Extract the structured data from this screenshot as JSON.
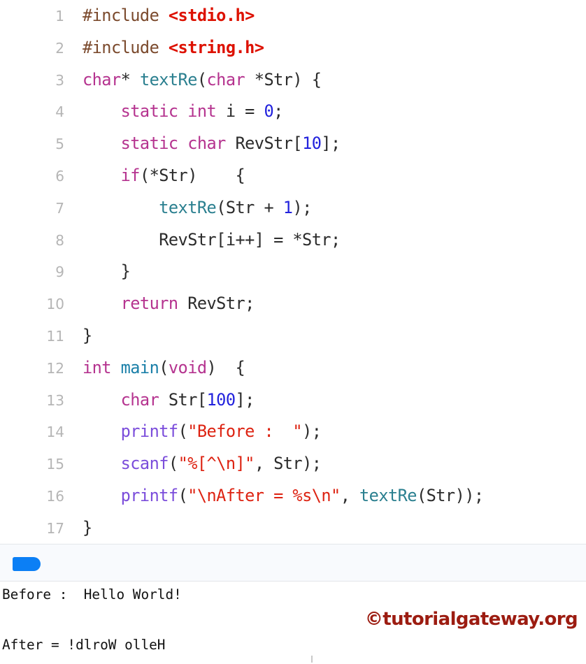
{
  "editor": {
    "name": "c-code-editor",
    "language": "C",
    "colors": {
      "preprocessor": "#7b4a2d",
      "header": "#dd1100",
      "keyword": "#b5338f",
      "user_function": "#2a7f8f",
      "main_function": "#1a7fa8",
      "library_function": "#7b4ddb",
      "number": "#2222dd",
      "string": "#dd2211",
      "plain": "#2b2b2b",
      "line_number": "#b5b5b5"
    },
    "lines": [
      {
        "number": "1",
        "tokens": [
          {
            "t": "#include ",
            "c": "t-pre"
          },
          {
            "t": "<stdio.h>",
            "c": "t-hdr"
          }
        ]
      },
      {
        "number": "2",
        "tokens": [
          {
            "t": "#include ",
            "c": "t-pre"
          },
          {
            "t": "<string.h>",
            "c": "t-hdr"
          }
        ]
      },
      {
        "number": "3",
        "tokens": [
          {
            "t": "char",
            "c": "t-kw"
          },
          {
            "t": "* ",
            "c": "t-pun"
          },
          {
            "t": "textRe",
            "c": "t-fn"
          },
          {
            "t": "(",
            "c": "t-pun"
          },
          {
            "t": "char",
            "c": "t-kw"
          },
          {
            "t": " *Str) {",
            "c": "t-pun"
          }
        ]
      },
      {
        "number": "4",
        "tokens": [
          {
            "t": "    ",
            "c": "t-pun"
          },
          {
            "t": "static",
            "c": "t-kw"
          },
          {
            "t": " ",
            "c": "t-pun"
          },
          {
            "t": "int",
            "c": "t-kw"
          },
          {
            "t": " i = ",
            "c": "t-pun"
          },
          {
            "t": "0",
            "c": "t-num"
          },
          {
            "t": ";",
            "c": "t-pun"
          }
        ]
      },
      {
        "number": "5",
        "tokens": [
          {
            "t": "    ",
            "c": "t-pun"
          },
          {
            "t": "static",
            "c": "t-kw"
          },
          {
            "t": " ",
            "c": "t-pun"
          },
          {
            "t": "char",
            "c": "t-kw"
          },
          {
            "t": " RevStr[",
            "c": "t-pun"
          },
          {
            "t": "10",
            "c": "t-num"
          },
          {
            "t": "];",
            "c": "t-pun"
          }
        ]
      },
      {
        "number": "6",
        "tokens": [
          {
            "t": "    ",
            "c": "t-pun"
          },
          {
            "t": "if",
            "c": "t-kw"
          },
          {
            "t": "(*Str)    {",
            "c": "t-pun"
          }
        ]
      },
      {
        "number": "7",
        "tokens": [
          {
            "t": "        ",
            "c": "t-pun"
          },
          {
            "t": "textRe",
            "c": "t-fn"
          },
          {
            "t": "(Str + ",
            "c": "t-pun"
          },
          {
            "t": "1",
            "c": "t-num"
          },
          {
            "t": ");",
            "c": "t-pun"
          }
        ]
      },
      {
        "number": "8",
        "tokens": [
          {
            "t": "        RevStr[i++] = *Str;",
            "c": "t-pun"
          }
        ]
      },
      {
        "number": "9",
        "tokens": [
          {
            "t": "    }",
            "c": "t-pun"
          }
        ]
      },
      {
        "number": "10",
        "tokens": [
          {
            "t": "    ",
            "c": "t-pun"
          },
          {
            "t": "return",
            "c": "t-kw"
          },
          {
            "t": " RevStr;",
            "c": "t-pun"
          }
        ]
      },
      {
        "number": "11",
        "tokens": [
          {
            "t": "}",
            "c": "t-pun"
          }
        ]
      },
      {
        "number": "12",
        "tokens": [
          {
            "t": "int",
            "c": "t-kw"
          },
          {
            "t": " ",
            "c": "t-pun"
          },
          {
            "t": "main",
            "c": "t-fnb"
          },
          {
            "t": "(",
            "c": "t-pun"
          },
          {
            "t": "void",
            "c": "t-kw"
          },
          {
            "t": ")  {",
            "c": "t-pun"
          }
        ]
      },
      {
        "number": "13",
        "tokens": [
          {
            "t": "    ",
            "c": "t-pun"
          },
          {
            "t": "char",
            "c": "t-kw"
          },
          {
            "t": " Str[",
            "c": "t-pun"
          },
          {
            "t": "100",
            "c": "t-num"
          },
          {
            "t": "];",
            "c": "t-pun"
          }
        ]
      },
      {
        "number": "14",
        "tokens": [
          {
            "t": "    ",
            "c": "t-pun"
          },
          {
            "t": "printf",
            "c": "t-lib"
          },
          {
            "t": "(",
            "c": "t-pun"
          },
          {
            "t": "\"Before :  \"",
            "c": "t-str"
          },
          {
            "t": ");",
            "c": "t-pun"
          }
        ]
      },
      {
        "number": "15",
        "tokens": [
          {
            "t": "    ",
            "c": "t-pun"
          },
          {
            "t": "scanf",
            "c": "t-lib"
          },
          {
            "t": "(",
            "c": "t-pun"
          },
          {
            "t": "\"%[^\\n]\"",
            "c": "t-str"
          },
          {
            "t": ", Str);",
            "c": "t-pun"
          }
        ]
      },
      {
        "number": "16",
        "tokens": [
          {
            "t": "    ",
            "c": "t-pun"
          },
          {
            "t": "printf",
            "c": "t-lib"
          },
          {
            "t": "(",
            "c": "t-pun"
          },
          {
            "t": "\"\\nAfter = %s\\n\"",
            "c": "t-str"
          },
          {
            "t": ", ",
            "c": "t-pun"
          },
          {
            "t": "textRe",
            "c": "t-fn"
          },
          {
            "t": "(Str));",
            "c": "t-pun"
          }
        ]
      },
      {
        "number": "17",
        "tokens": [
          {
            "t": "}",
            "c": "t-pun"
          }
        ]
      }
    ]
  },
  "toolbar": {
    "run_cursor_label": "",
    "run_cursor_color": "#0b7ff5"
  },
  "console": {
    "lines": [
      "Before :  Hello World!",
      "",
      "After = !dlroW olleH"
    ]
  },
  "watermark": {
    "text": "©tutorialgateway.org",
    "color": "#9c1c11"
  }
}
